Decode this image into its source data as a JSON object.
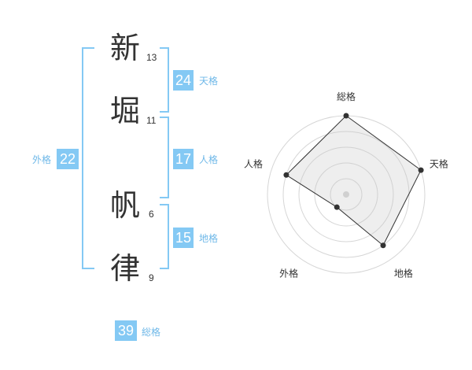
{
  "name": {
    "chars": [
      {
        "char": "新",
        "strokes": "13"
      },
      {
        "char": "堀",
        "strokes": "11"
      },
      {
        "char": "帆",
        "strokes": "6"
      },
      {
        "char": "律",
        "strokes": "9"
      }
    ]
  },
  "fortune": {
    "tenkaku": {
      "value": "24",
      "label": "天格"
    },
    "jinkaku": {
      "value": "17",
      "label": "人格"
    },
    "chikaku": {
      "value": "15",
      "label": "地格"
    },
    "gaikaku": {
      "value": "22",
      "label": "外格"
    },
    "soukaku": {
      "value": "39",
      "label": "総格"
    }
  },
  "colors": {
    "badge": "#84c9f4",
    "label": "#6fb8e8",
    "text": "#333333"
  },
  "chart_data": {
    "type": "radar",
    "axes": [
      "総格",
      "天格",
      "地格",
      "外格",
      "人格"
    ],
    "values": [
      5,
      5,
      4,
      1,
      4
    ],
    "max": 5,
    "rings": 5
  }
}
